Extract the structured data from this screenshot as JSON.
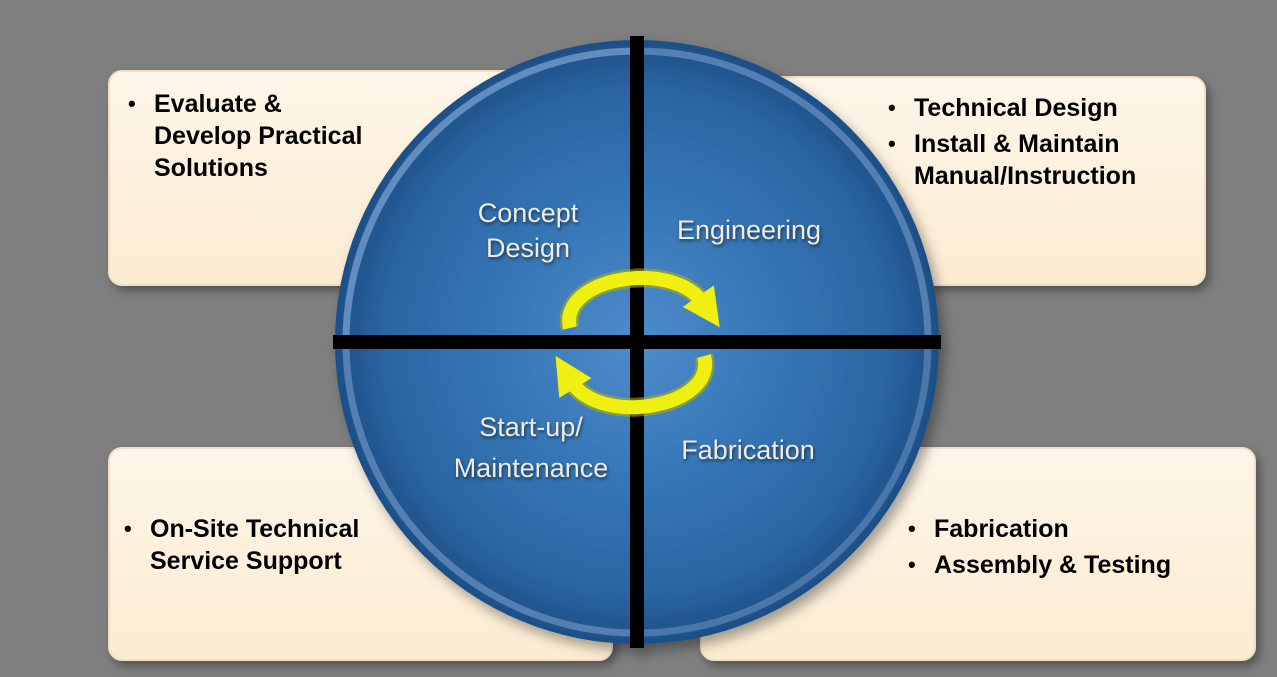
{
  "bullet_char": "•",
  "colors": {
    "background": "#7F7F7F",
    "quadrant_blue": "#3272B2",
    "quadrant_blue_light": "#4584C4",
    "quadrant_blue_dark": "#1E4F86",
    "quadrant_rim_highlight": "#85ACDC",
    "divider_black": "#000000",
    "arrow_yellow": "#EFEF12",
    "callout_fill": "#FCEEDB",
    "callout_text": "#000000",
    "quadrant_text": "#F0ECDF"
  },
  "cycle": {
    "quadrants": [
      {
        "id": "concept-design",
        "lines": [
          "Concept",
          "Design"
        ]
      },
      {
        "id": "engineering",
        "lines": [
          "Engineering"
        ]
      },
      {
        "id": "fabrication",
        "lines": [
          "Fabrication"
        ]
      },
      {
        "id": "startup-maintenance",
        "lines": [
          "Start-up/",
          "Maintenance"
        ]
      }
    ]
  },
  "callouts": {
    "top_left": {
      "bullets": [
        {
          "lines": [
            "Evaluate &",
            "Develop Practical",
            "Solutions"
          ]
        }
      ]
    },
    "top_right": {
      "bullets": [
        {
          "lines": [
            "Technical Design"
          ]
        },
        {
          "lines": [
            "Install & Maintain",
            "Manual/Instruction"
          ]
        }
      ]
    },
    "bottom_left": {
      "bullets": [
        {
          "lines": [
            "On-Site Technical",
            "Service Support"
          ]
        }
      ]
    },
    "bottom_right": {
      "bullets": [
        {
          "lines": [
            "Fabrication"
          ]
        },
        {
          "lines": [
            "Assembly & Testing"
          ]
        }
      ]
    }
  }
}
